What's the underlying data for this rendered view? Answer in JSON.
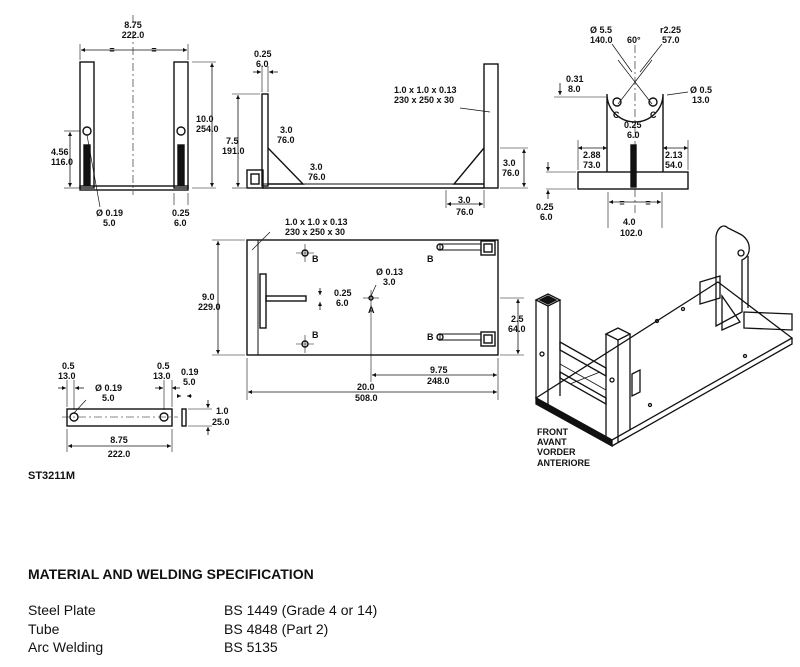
{
  "drawing_code": "ST3211M",
  "front_label": [
    "FRONT",
    "AVANT",
    "VORDER",
    "ANTERIORE"
  ],
  "front_view": {
    "width": [
      "8.75",
      "222.0"
    ],
    "height": [
      "10.0",
      "254.0"
    ],
    "slot_height": [
      "4.56",
      "116.0"
    ],
    "hole": [
      "Ø 0.19",
      "5.0"
    ],
    "wall": [
      "0.25",
      "6.0"
    ],
    "equal": "="
  },
  "side_view": {
    "plate_thk": [
      "0.25",
      "6.0"
    ],
    "height": [
      "7.5",
      "191.0"
    ],
    "tube": [
      "1.0 x 1.0 x 0.13",
      "230 x 250 x 30"
    ],
    "gusset_a": [
      "3.0",
      "76.0"
    ],
    "gusset_b": [
      "3.0",
      "76.0"
    ],
    "right_h": [
      "3.0",
      "76.0"
    ],
    "bottom_w": [
      "3.0",
      "76.0"
    ]
  },
  "end_view": {
    "hole_large": [
      "Ø 5.5",
      "140.0"
    ],
    "angle": "60°",
    "radius": [
      "r2.25",
      "57.0"
    ],
    "offset": [
      "0.31",
      "8.0"
    ],
    "hole_small": [
      "Ø 0.5",
      "13.0"
    ],
    "mark_c": "C",
    "slot_w": [
      "0.25",
      "6.0"
    ],
    "left_w": [
      "2.88",
      "73.0"
    ],
    "right_w": [
      "2.13",
      "54.0"
    ],
    "base_thk": [
      "0.25",
      "6.0"
    ],
    "base_w": [
      "4.0",
      "102.0"
    ],
    "equal": "="
  },
  "plan_view": {
    "tube": [
      "1.0 x 1.0 x 0.13",
      "230 x 250 x 30"
    ],
    "depth": [
      "9.0",
      "229.0"
    ],
    "rib_thk": [
      "0.25",
      "6.0"
    ],
    "hole": [
      "Ø 0.13",
      "3.0"
    ],
    "mark_a": "A",
    "mark_b": "B",
    "offset_y": [
      "2.5",
      "64.0"
    ],
    "offset_x": [
      "9.75",
      "248.0"
    ],
    "length": [
      "20.0",
      "508.0"
    ]
  },
  "strap_view": {
    "end_left": [
      "0.5",
      "13.0"
    ],
    "end_right": [
      "0.5",
      "13.0"
    ],
    "hole": [
      "Ø 0.19",
      "5.0"
    ],
    "thk": [
      "0.19",
      "5.0"
    ],
    "width": [
      "1.0",
      "25.0"
    ],
    "length": [
      "8.75",
      "222.0"
    ]
  },
  "spec": {
    "title": "MATERIAL AND WELDING SPECIFICATION",
    "rows": [
      {
        "label": "Steel Plate",
        "value": "BS 1449 (Grade 4 or 14)"
      },
      {
        "label": "Tube",
        "value": "BS 4848 (Part 2)"
      },
      {
        "label": "Arc Welding",
        "value": "BS 5135"
      }
    ]
  }
}
